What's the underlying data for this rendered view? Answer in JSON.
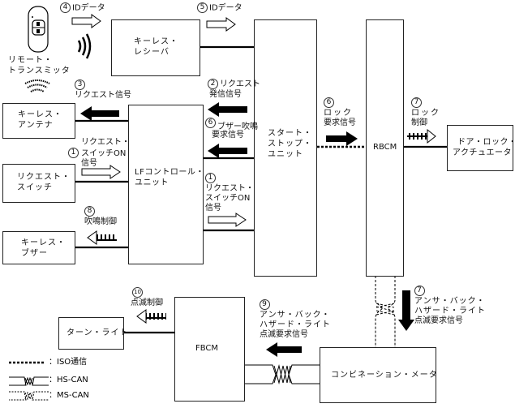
{
  "components": {
    "remote": "リモート・\nトランスミッタ",
    "remote_l1": "リモート・",
    "remote_l2": "トランスミッタ",
    "keyless_receiver_l1": "キーレス・",
    "keyless_receiver_l2": "レシーバ",
    "keyless_antenna_l1": "キーレス・",
    "keyless_antenna_l2": "アンテナ",
    "request_switch_l1": "リクエスト・",
    "request_switch_l2": "スイッチ",
    "keyless_buzzer_l1": "キーレス・",
    "keyless_buzzer_l2": "ブザー",
    "lf_unit_l1": "LFコントロール・",
    "lf_unit_l2": "ユニット",
    "start_stop_l1": "スタート・",
    "start_stop_l2": "ストップ・",
    "start_stop_l3": "ユニット",
    "rbcm": "RBCM",
    "door_lock_l1": "ドア・ロック・",
    "door_lock_l2": "アクチュエータ",
    "turn_light": "ターン・ライト",
    "fbcm": "FBCM",
    "combination_meter": "コンビネーション・メータ"
  },
  "signals": {
    "s4": {
      "num": "4",
      "l1": "IDデータ"
    },
    "s5": {
      "num": "5",
      "l1": "IDデータ"
    },
    "s3": {
      "num": "3",
      "l1": "リクエスト信号"
    },
    "s2": {
      "num": "2",
      "l1": "リクエスト",
      "l2": "発信信号"
    },
    "s6a": {
      "num": "6",
      "l1": "ブザー吹鳴",
      "l2": "要求信号"
    },
    "s1a": {
      "num": "1",
      "l1": "リクエスト・",
      "l2": "スイッチON",
      "l3": "信号"
    },
    "s1b": {
      "num": "1",
      "l1": "リクエスト・",
      "l2": "スイッチON",
      "l3": "信号"
    },
    "s8": {
      "num": "8",
      "l1": "吹鳴制御"
    },
    "s6b": {
      "num": "6",
      "l1": "ロック",
      "l2": "要求信号"
    },
    "s7a": {
      "num": "7",
      "l1": "ロック",
      "l2": "制御"
    },
    "s7b": {
      "num": "7",
      "l1": "アンサ・バック・",
      "l2": "ハザード・ライト",
      "l3": "点滅要求信号"
    },
    "s9": {
      "num": "9",
      "l1": "アンサ・バック・",
      "l2": "ハザード・ライト",
      "l3": "点滅要求信号"
    },
    "s10": {
      "num": "10",
      "l1": "点滅制御"
    }
  },
  "legend": [
    {
      "key": "iso",
      "label": "：ISO通信"
    },
    {
      "key": "hs-can",
      "label": "：HS-CAN"
    },
    {
      "key": "ms-can",
      "label": "：MS-CAN"
    }
  ]
}
